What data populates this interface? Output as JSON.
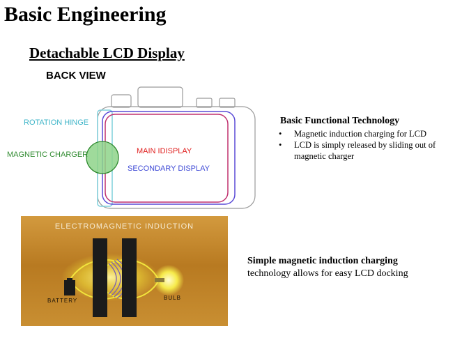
{
  "page": {
    "title": "Basic Engineering",
    "subtitle": "Detachable LCD Display",
    "back_view": "BACK VIEW"
  },
  "diagram": {
    "labels": {
      "rotation_hinge": "ROTATION HINGE",
      "magnetic_charger": "MAGNETIC CHARGER",
      "main_display": "MAIN IDISPLAY",
      "secondary_display": "SECONDARY DISPLAY"
    },
    "colors": {
      "hinge": "#7fd0dc",
      "charger_fill": "#8ed38a",
      "charger_stroke": "#2f8a2f",
      "main_display": "#e0201f",
      "secondary_display": "#5a4ad6",
      "camera_outline": "#9a9a9a"
    }
  },
  "functional": {
    "heading": "Basic Functional Technology",
    "bullet_glyph": "•",
    "items": [
      "Magnetic induction charging for LCD",
      "LCD is simply released by sliding out of magnetic charger"
    ]
  },
  "induction_image": {
    "title": "ELECTROMAGNETIC INDUCTION",
    "battery_label": "BATTERY",
    "bulb_label": "BULB",
    "colors": {
      "background": "#c48a2e",
      "glow": "#f4e23a",
      "cores": "#1b1b1b"
    }
  },
  "caption": {
    "heading": "Simple magnetic induction charging",
    "body": "technology allows for easy LCD docking"
  }
}
